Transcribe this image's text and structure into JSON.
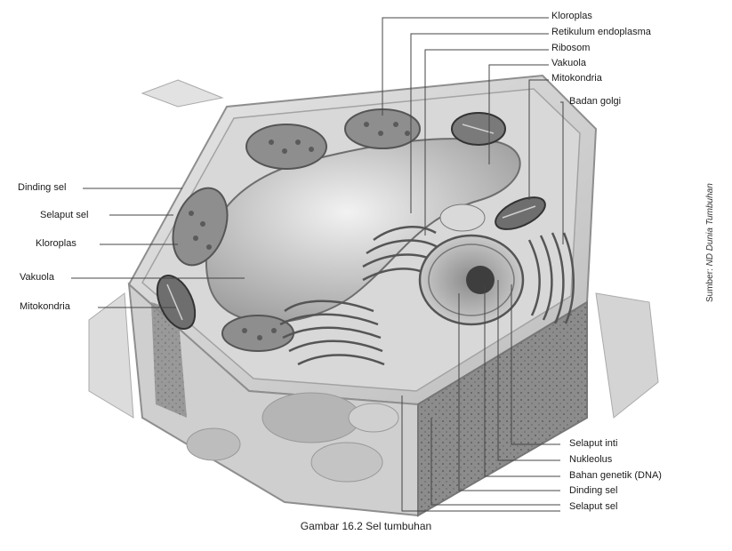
{
  "labels": {
    "right": {
      "kloroplas": "Kloroplas",
      "retikulum": "Retikulum endoplasma",
      "ribosom": "Ribosom",
      "vakuola": "Vakuola",
      "mitokondria": "Mitokondria",
      "badan_golgi": "Badan golgi",
      "selaput_inti": "Selaput inti",
      "nukleolus": "Nukleolus",
      "bahan_genetik": "Bahan genetik (DNA)",
      "dinding_sel": "Dinding sel",
      "selaput_sel": "Selaput sel"
    },
    "left": {
      "dinding_sel": "Dinding sel",
      "selaput_sel": "Selaput sel",
      "kloroplas": "Kloroplas",
      "vakuola": "Vakuola",
      "mitokondria": "Mitokondria"
    }
  },
  "source": {
    "prefix": "Sumber: ",
    "text": "ND Dunia Tumbuhan"
  },
  "caption": "Gambar 16.2 Sel tumbuhan"
}
